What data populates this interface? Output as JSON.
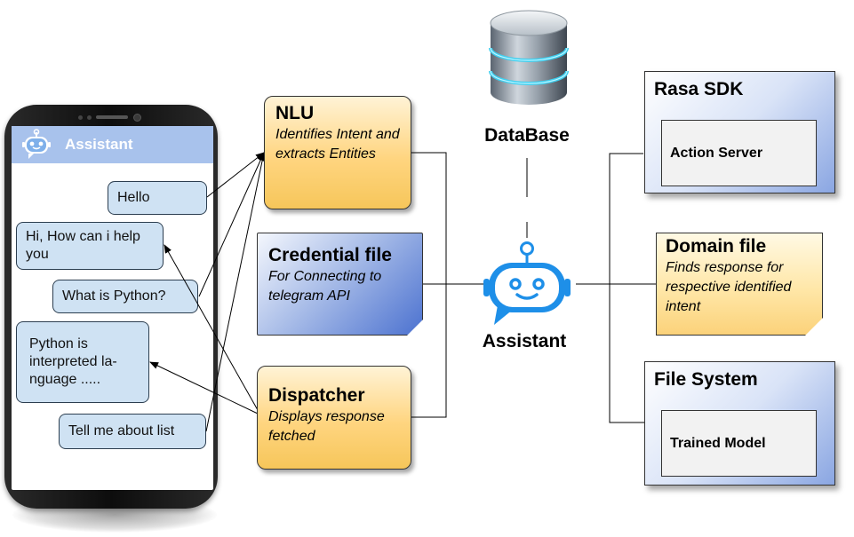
{
  "phone": {
    "header_title": "Assistant",
    "messages": [
      {
        "text": "Hello",
        "side": "right"
      },
      {
        "text": "Hi, How can i help you",
        "side": "left"
      },
      {
        "text": "What is Python?",
        "side": "right"
      },
      {
        "text": "Python is interpreted la-nguage .....",
        "side": "left"
      },
      {
        "text": "Tell me about list",
        "side": "right"
      }
    ]
  },
  "nlu": {
    "title": "NLU",
    "description": "Identifies Intent and extracts Entities"
  },
  "credential": {
    "title": "Credential file",
    "description": "For Connecting to telegram API"
  },
  "dispatcher": {
    "title": "Dispatcher",
    "description": "Displays response fetched"
  },
  "database": {
    "label": "DataBase"
  },
  "assistant": {
    "label": "Assistant"
  },
  "rasa_sdk": {
    "title": "Rasa SDK",
    "inner": "Action Server"
  },
  "domain_file": {
    "title": "Domain file",
    "description": "Finds response for respective identified intent"
  },
  "file_system": {
    "title": "File System",
    "inner": "Trained Model"
  },
  "colors": {
    "bubble": "#cfe2f3",
    "header": "#a8c2ec",
    "yellow": "#ffd580",
    "blue": "#4c72d0",
    "robot": "#1e8fe8"
  },
  "icons": [
    "robot-icon",
    "database-icon"
  ]
}
